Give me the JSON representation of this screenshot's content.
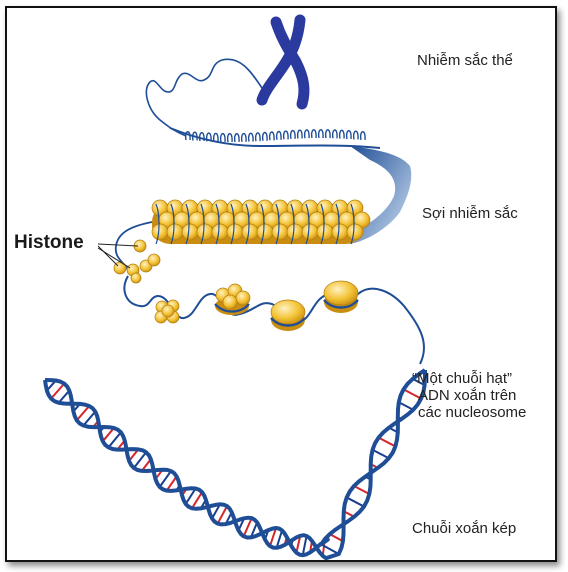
{
  "labels": {
    "chromosome": "Nhiễm sắc thể",
    "chromatin_fiber": "Sợi nhiễm sắc",
    "histone": "Histone",
    "beads_line1": "“Một chuỗi hạt”",
    "beads_line2": "ADN xoắn trên",
    "beads_line3": "các nucleosome",
    "double_helix": "Chuỗi xoắn kép"
  },
  "colors": {
    "strand": "#1f4e96",
    "chromosome": "#2b3a9e",
    "histone_fill": "#f3c233",
    "histone_shade": "#c98d12",
    "dna_rung_colors": [
      "#d3262d",
      "#2e8b3a",
      "#1a3f8f",
      "#111111"
    ]
  },
  "icons": [
    "chromosome-icon",
    "histone-cluster-icon",
    "nucleosome-icon",
    "dna-double-helix-icon"
  ]
}
